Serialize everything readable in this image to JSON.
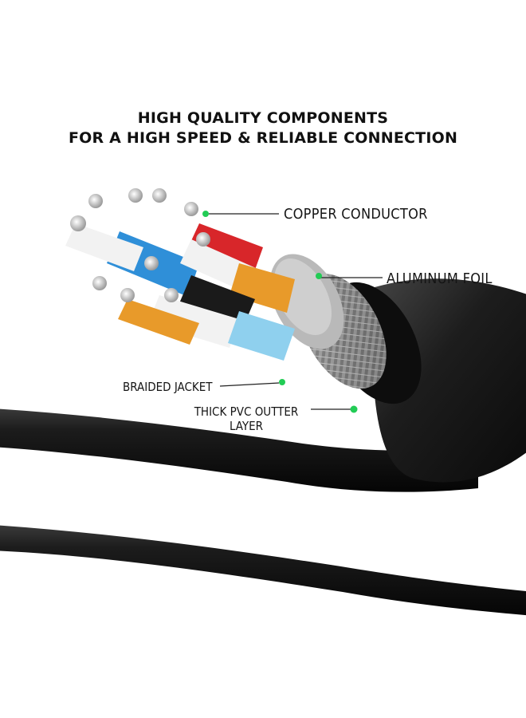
{
  "headline": {
    "line1": "HIGH QUALITY COMPONENTS",
    "line2": "FOR A HIGH SPEED & RELIABLE CONNECTION"
  },
  "callouts": {
    "copper_conductor": "COPPER CONDUCTOR",
    "aluminum_foil": "ALUMINUM FOIL",
    "braided_jacket": "BRAIDED JACKET",
    "pvc_line1": "THICK PVC OUTTER",
    "pvc_line2": "LAYER"
  },
  "colors": {
    "cable_black": "#151515",
    "marker_green": "#22cc55",
    "wire_red": "#d8262a",
    "wire_blue": "#2f8fd8",
    "wire_orange": "#e89a2a",
    "wire_lightblue": "#8fd0ee",
    "wire_white": "#f2f2f2",
    "wire_black": "#1a1a1a"
  }
}
